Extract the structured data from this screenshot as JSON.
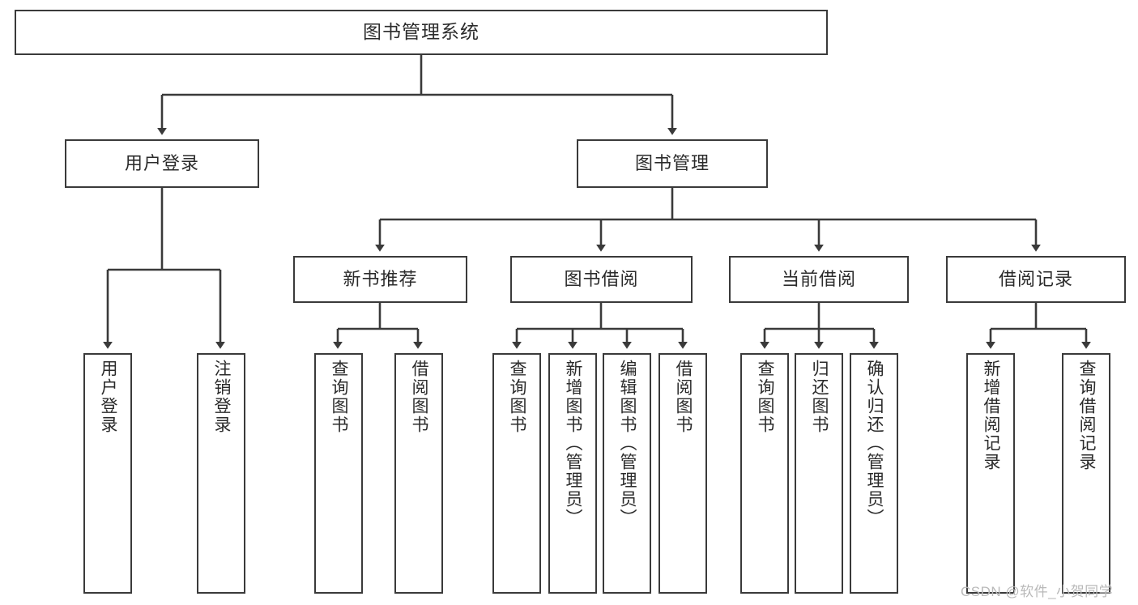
{
  "diagram": {
    "title": "图书管理系统",
    "type": "tree-hierarchy-chart",
    "colors": {
      "stroke": "#3a3a3a",
      "fill": "#ffffff",
      "text": "#2b2b2b",
      "watermark": "#b9b9b9"
    },
    "nodes": {
      "root": {
        "label": "图书管理系统"
      },
      "level2": [
        {
          "label": "用户登录"
        },
        {
          "label": "图书管理"
        }
      ],
      "level3": [
        {
          "label": "新书推荐"
        },
        {
          "label": "图书借阅"
        },
        {
          "label": "当前借阅"
        },
        {
          "label": "借阅记录"
        }
      ],
      "leaves_user_login": [
        {
          "label": "用户登录"
        },
        {
          "label": "注销登录"
        }
      ],
      "leaves_new_book": [
        {
          "label": "查询图书"
        },
        {
          "label": "借阅图书"
        }
      ],
      "leaves_borrow": [
        {
          "label": "查询图书"
        },
        {
          "label": "新增图书（管理员）"
        },
        {
          "label": "编辑图书（管理员）"
        },
        {
          "label": "借阅图书"
        }
      ],
      "leaves_current": [
        {
          "label": "查询图书"
        },
        {
          "label": "归还图书"
        },
        {
          "label": "确认归还（管理员）"
        }
      ],
      "leaves_records": [
        {
          "label": "新增借阅记录"
        },
        {
          "label": "查询借阅记录"
        }
      ]
    },
    "watermark": "CSDN @软件_小贺同学"
  }
}
